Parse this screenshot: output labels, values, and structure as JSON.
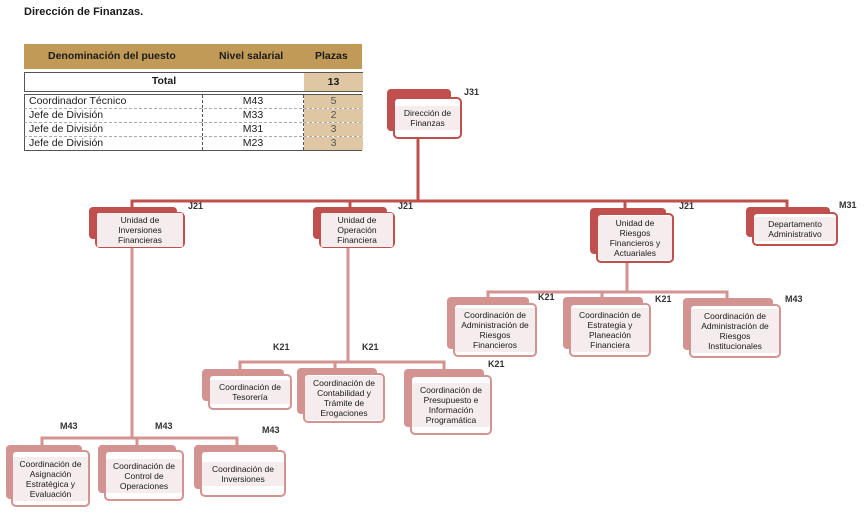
{
  "page_title": "Dirección de Finanzas.",
  "table": {
    "headers": [
      "Denominación del puesto",
      "Nivel salarial",
      "Plazas"
    ],
    "total_label": "Total",
    "total_value": "13",
    "rows": [
      {
        "puesto": "Coordinador Técnico",
        "nivel": "M43",
        "plazas": "5"
      },
      {
        "puesto": "Jefe de División",
        "nivel": "M33",
        "plazas": "2"
      },
      {
        "puesto": "Jefe de División",
        "nivel": "M31",
        "plazas": "3"
      },
      {
        "puesto": "Jefe de División",
        "nivel": "M23",
        "plazas": "3"
      }
    ]
  },
  "org": {
    "root": {
      "label": "Dirección de Finanzas",
      "level": "J31"
    },
    "units": [
      {
        "label": "Unidad de Inversiones Financieras",
        "level": "J21"
      },
      {
        "label": "Unidad de Operación Financiera",
        "level": "J21"
      },
      {
        "label": "Unidad de Riesgos Financieros y Actuariales",
        "level": "J21"
      },
      {
        "label": "Departamento Administrativo",
        "level": "M31"
      }
    ],
    "inversiones_children": [
      {
        "label": "Coordinación de Asignación Estratégica y Evaluación",
        "level": "M43"
      },
      {
        "label": "Coordinación de Control de Operaciones",
        "level": "M43"
      },
      {
        "label": "Coordinación de Inversiones",
        "level": "M43"
      }
    ],
    "operacion_children": [
      {
        "label": "Coordinación de Tesorería",
        "level": "K21"
      },
      {
        "label": "Coordinación de Contabilidad y Trámite de Erogaciones",
        "level": "K21"
      },
      {
        "label": "Coordinación de Presupuesto e Información Programática",
        "level": "K21"
      }
    ],
    "riesgos_children": [
      {
        "label": "Coordinación de Administración de Riesgos Financieros",
        "level": "K21"
      },
      {
        "label": "Coordinación de Estrategia y Planeación Financiera",
        "level": "K21"
      },
      {
        "label": "Coordinación de Administración de Riesgos Institucionales",
        "level": "M43"
      }
    ]
  },
  "colors": {
    "header_gold": "#c19a57",
    "plazas_tan": "#dec7a2",
    "dark_red": "#c0504d",
    "light_red": "#d39391"
  }
}
